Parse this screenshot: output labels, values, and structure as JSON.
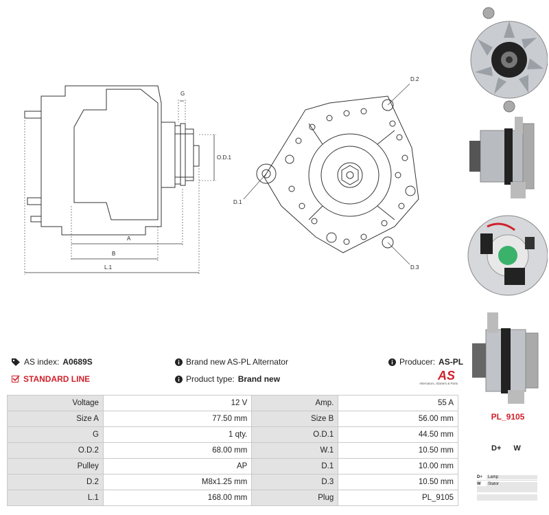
{
  "header": {
    "as_index_label": "AS index:",
    "as_index_value": "A0689S",
    "standard_line": "STANDARD LINE",
    "description": "Brand new AS-PL Alternator",
    "product_type_label": "Product type:",
    "product_type_value": "Brand new",
    "producer_label": "Producer:",
    "producer_value": "AS-PL"
  },
  "logo": {
    "text": "AS",
    "tagline": "Alternators, Starters & Parts",
    "color": "#d0202a"
  },
  "drawing_labels": {
    "g": "G",
    "od1": "O.D.1",
    "a": "A",
    "b": "B",
    "l1": "L.1",
    "d1": "D.1",
    "d2": "D.2",
    "d3": "D.3"
  },
  "specs": [
    {
      "l1": "Voltage",
      "v1": "12 V",
      "l2": "Amp.",
      "v2": "55 A"
    },
    {
      "l1": "Size A",
      "v1": "77.50 mm",
      "l2": "Size B",
      "v2": "56.00 mm"
    },
    {
      "l1": "G",
      "v1": "1 qty.",
      "l2": "O.D.1",
      "v2": "44.50 mm"
    },
    {
      "l1": "O.D.2",
      "v1": "68.00 mm",
      "l2": "W.1",
      "v2": "10.50 mm"
    },
    {
      "l1": "Pulley",
      "v1": "AP",
      "l2": "D.1",
      "v2": "10.00 mm"
    },
    {
      "l1": "D.2",
      "v1": "M8x1.25 mm",
      "l2": "D.3",
      "v2": "10.50 mm"
    },
    {
      "l1": "L.1",
      "v1": "168.00 mm",
      "l2": "Plug",
      "v2": "PL_9105"
    }
  ],
  "plug": {
    "code": "PL_9105",
    "terminal_1": "D+",
    "terminal_2": "W",
    "legend": [
      {
        "key": "D+",
        "desc": "Lamp"
      },
      {
        "key": "W",
        "desc": "Stator"
      }
    ]
  },
  "icons": {
    "tag": "tag-icon",
    "check": "checkbox-icon",
    "info": "info-icon"
  }
}
